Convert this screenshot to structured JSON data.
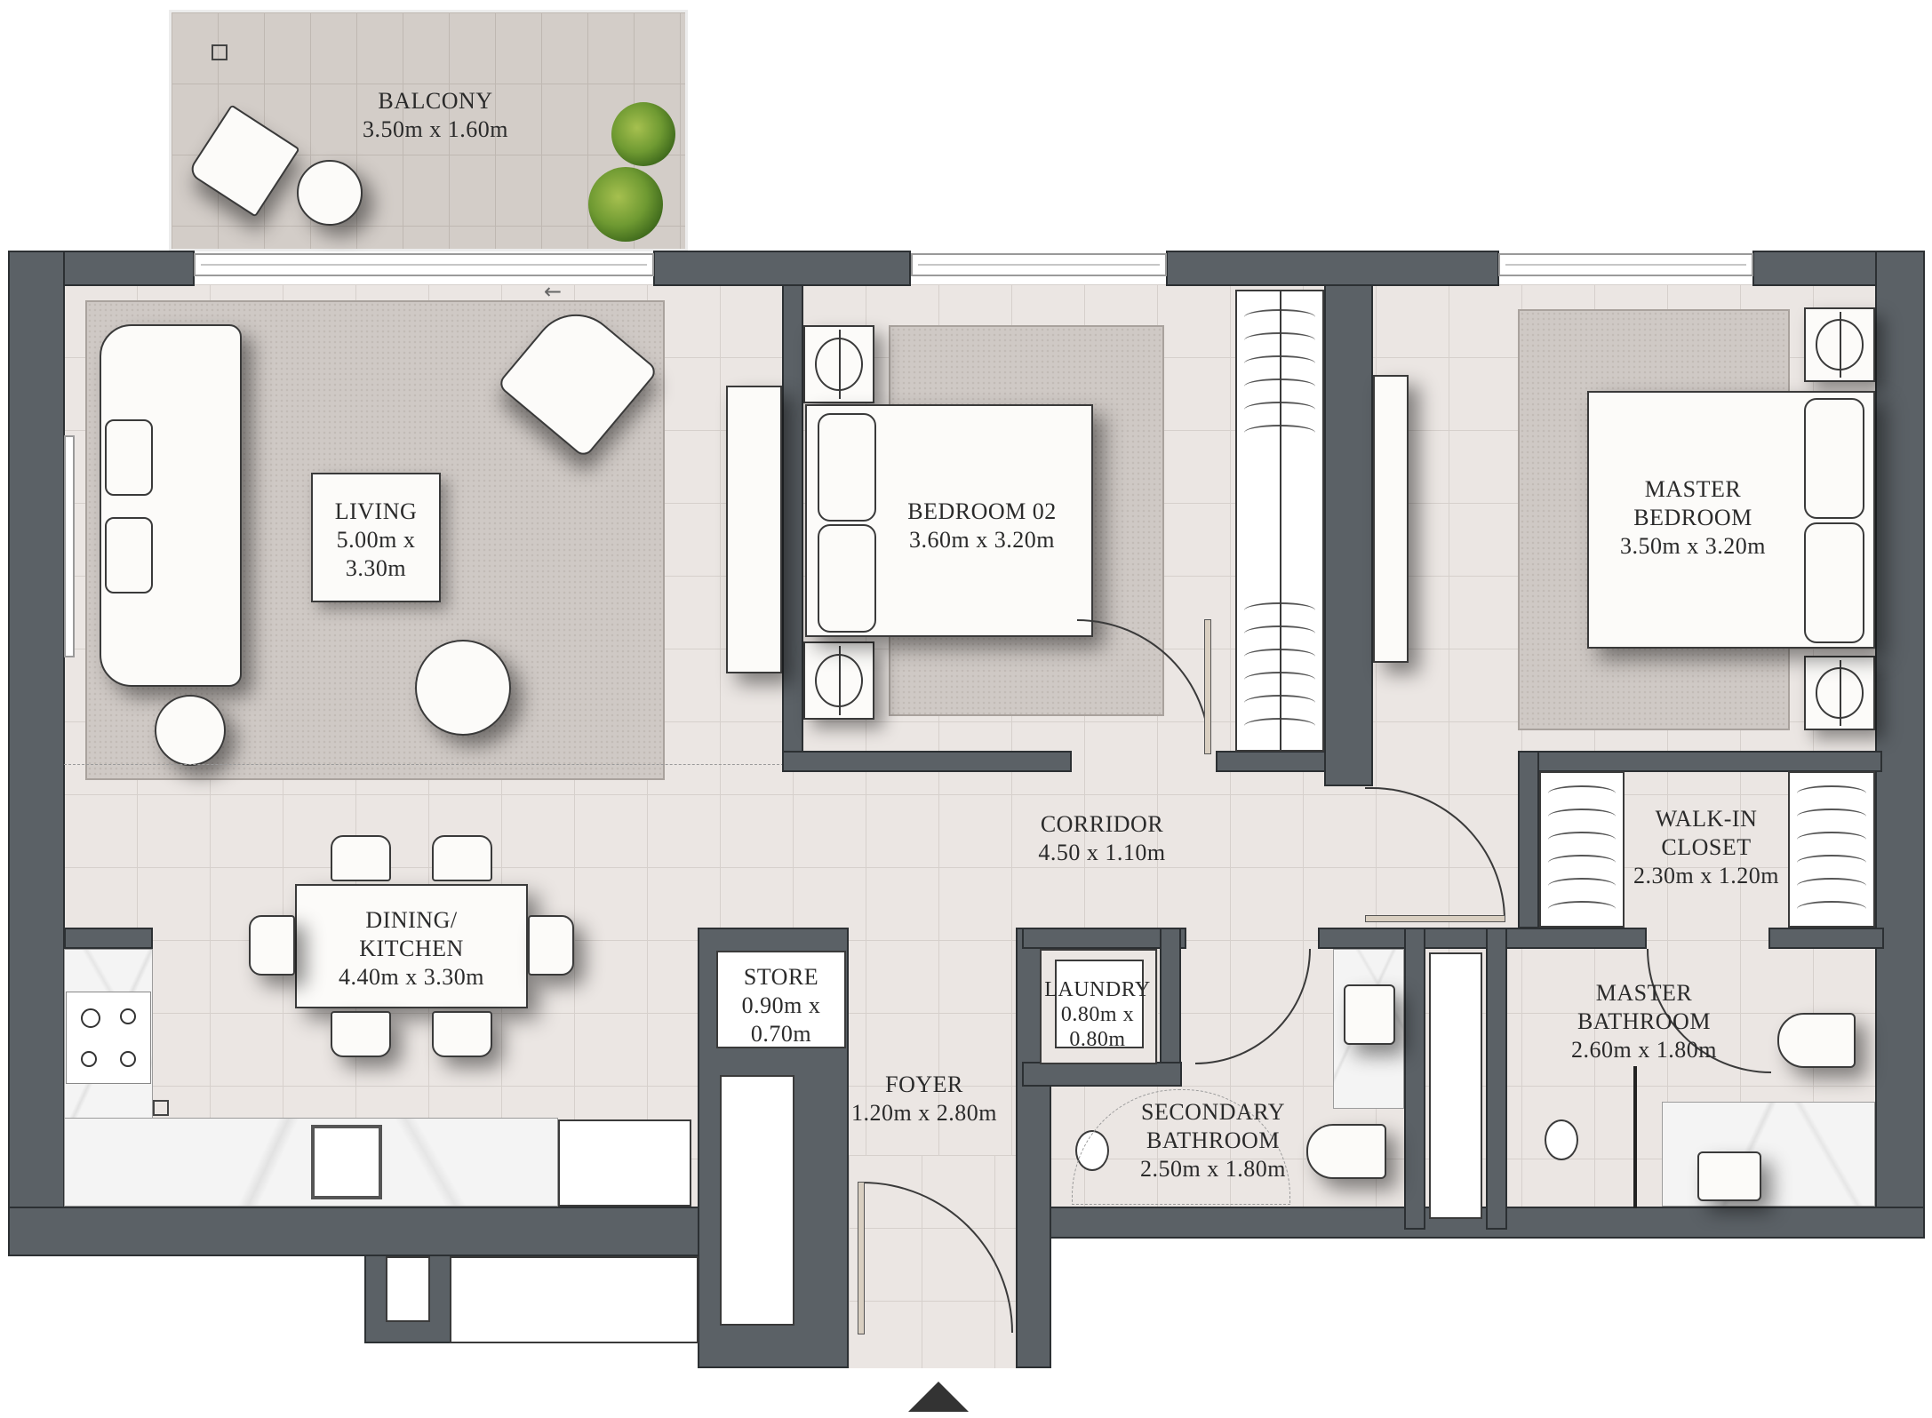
{
  "plan": {
    "type": "apartment floor plan",
    "entrance_marker": "entrance-arrow",
    "colors": {
      "wall": "#5b6166",
      "floor": "#ebe6e3",
      "balcony_floor": "#d3cdc8",
      "rug": "#cfc9c5",
      "furniture": "#fcfbf9",
      "plant": "#6f9a32"
    }
  },
  "rooms": {
    "balcony": {
      "name": "BALCONY",
      "size": "3.50m x 1.60m"
    },
    "living": {
      "name": "LIVING",
      "size_line1": "5.00m x",
      "size_line2": "3.30m"
    },
    "bedroom02": {
      "name": "BEDROOM 02",
      "size": "3.60m x 3.20m"
    },
    "master_bedroom": {
      "name_line1": "MASTER",
      "name_line2": "BEDROOM",
      "size": "3.50m x 3.20m"
    },
    "corridor": {
      "name": "CORRIDOR",
      "size": "4.50 x 1.10m"
    },
    "walkin_closet": {
      "name_line1": "WALK-IN",
      "name_line2": "CLOSET",
      "size": "2.30m x 1.20m"
    },
    "dining_kitchen": {
      "name_line1": "DINING/",
      "name_line2": "KITCHEN",
      "size": "4.40m x 3.30m"
    },
    "store": {
      "name": "STORE",
      "size_line1": "0.90m x",
      "size_line2": "0.70m"
    },
    "laundry": {
      "name": "LAUNDRY",
      "size_line1": "0.80m x",
      "size_line2": "0.80m"
    },
    "foyer": {
      "name": "FOYER",
      "size": "1.20m x 2.80m"
    },
    "secondary_bathroom": {
      "name_line1": "SECONDARY",
      "name_line2": "BATHROOM",
      "size": "2.50m x 1.80m"
    },
    "master_bathroom": {
      "name_line1": "MASTER",
      "name_line2": "BATHROOM",
      "size": "2.60m x 1.80m"
    }
  }
}
